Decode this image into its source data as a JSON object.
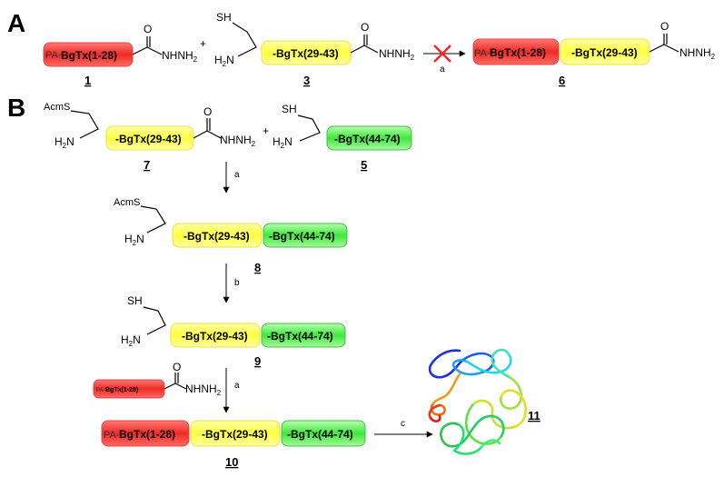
{
  "panels": {
    "a": "A",
    "b": "B"
  },
  "segments": {
    "red": "BgTx(1-28)",
    "red_prefix": "PA-",
    "yellow": "-BgTx(29-43)",
    "green": "-BgTx(44-74)"
  },
  "groups": {
    "hydrazide": "NHNH",
    "hydrazide_sub": "2",
    "amine": "H",
    "amine_sub": "2",
    "amine_n": "N",
    "thiol": "SH",
    "acm_thiol": "AcmS",
    "carbonyl_o": "O",
    "plus": "+"
  },
  "compounds": {
    "c1": "1",
    "c3": "3",
    "c6": "6",
    "c7": "7",
    "c5": "5",
    "c8": "8",
    "c9": "9",
    "c10": "10",
    "c11": "11"
  },
  "conditions": {
    "a": "a",
    "b": "b",
    "c": "c"
  },
  "colors": {
    "red_fill": "#f0302c",
    "red_edge": "#e04848",
    "yellow_fill": "#ffff55",
    "yellow_edge": "#e8e04a",
    "green_fill": "#5ff05a",
    "green_edge": "#40c040",
    "cross": "#ff2020"
  }
}
